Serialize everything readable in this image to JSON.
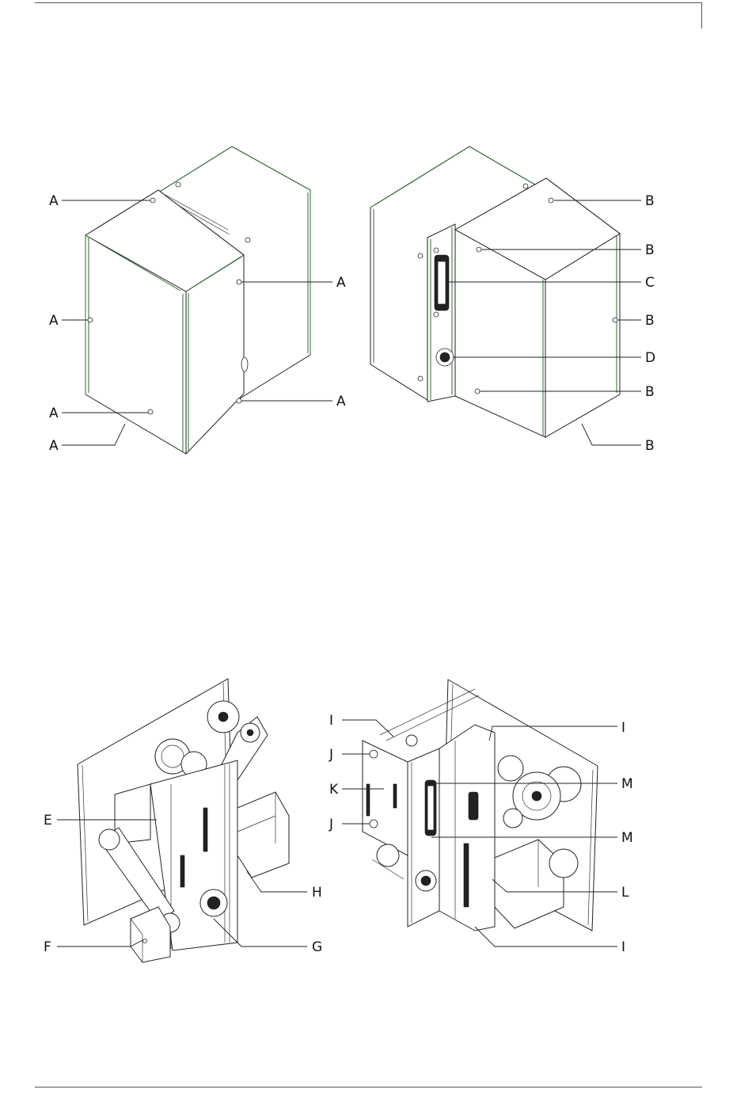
{
  "colors": {
    "line": "#222222",
    "accent_edge": "#2e6b2e",
    "background": "#ffffff"
  },
  "figures": [
    {
      "name": "housing-front-view",
      "labels": [
        "A",
        "A",
        "A",
        "A",
        "A",
        "A",
        "A"
      ]
    },
    {
      "name": "housing-rear-view",
      "labels": [
        "B",
        "B",
        "C",
        "B",
        "D",
        "B",
        "B"
      ]
    },
    {
      "name": "mechanism-front-view",
      "labels": [
        "E",
        "H",
        "F",
        "G"
      ]
    },
    {
      "name": "mechanism-rear-view",
      "labels": [
        "I",
        "I",
        "J",
        "K",
        "M",
        "J",
        "M",
        "L",
        "I"
      ]
    }
  ]
}
